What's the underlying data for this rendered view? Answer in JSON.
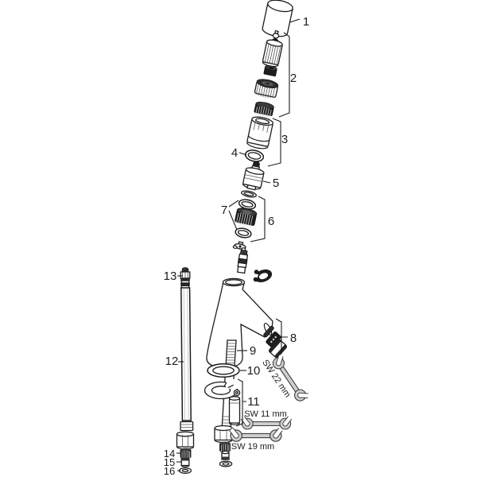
{
  "colors": {
    "background": "#ffffff",
    "line": "#1c1c1c",
    "tool_fill": "#cfcfcf"
  },
  "labels": {
    "p1": "1",
    "p2": "2",
    "p3": "3",
    "p4": "4",
    "p5": "5",
    "p6": "6",
    "p7": "7",
    "p8": "8",
    "p9": "9",
    "p10": "10",
    "p11": "11",
    "p12": "12",
    "p13": "13",
    "p14": "14",
    "p15": "15",
    "p16": "16"
  },
  "tools": {
    "sw22": "SW 22 mm",
    "sw11": "SW 11 mm",
    "sw19": "SW 19 mm"
  }
}
